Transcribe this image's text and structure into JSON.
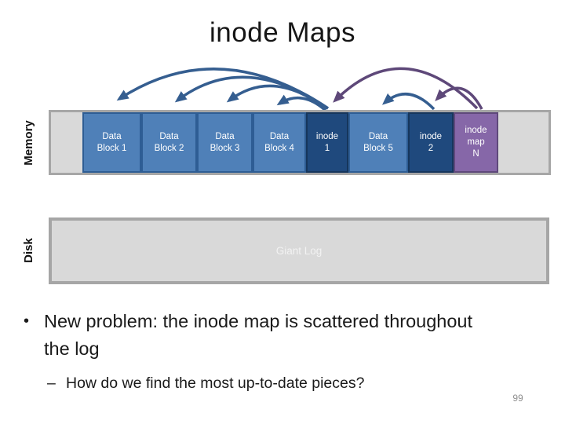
{
  "title": "inode Maps",
  "page_number": "99",
  "memory": {
    "label": "Memory",
    "blocks": [
      {
        "id": "data-block-1",
        "type": "data",
        "label": "Data Block 1",
        "lines": [
          "Data",
          "Block 1"
        ]
      },
      {
        "id": "data-block-2",
        "type": "data",
        "label": "Data Block 2",
        "lines": [
          "Data",
          "Block 2"
        ]
      },
      {
        "id": "data-block-3",
        "type": "data",
        "label": "Data Block 3",
        "lines": [
          "Data",
          "Block 3"
        ]
      },
      {
        "id": "data-block-4",
        "type": "data",
        "label": "Data Block 4",
        "lines": [
          "Data",
          "Block 4"
        ]
      },
      {
        "id": "inode-1",
        "type": "inode",
        "label": "inode 1",
        "lines": [
          "inode",
          "1"
        ]
      },
      {
        "id": "data-block-5",
        "type": "data",
        "label": "Data Block 5",
        "lines": [
          "Data",
          "Block 5"
        ]
      },
      {
        "id": "inode-2",
        "type": "inode",
        "label": "inode 2",
        "lines": [
          "inode",
          "2"
        ]
      },
      {
        "id": "inode-map-n",
        "type": "inode-map",
        "label": "inode map N",
        "lines": [
          "inode",
          "map",
          "N"
        ]
      }
    ]
  },
  "disk": {
    "label": "Disk",
    "log_label": "Giant Log"
  },
  "arrows": [
    {
      "from": "inode-1",
      "to": "data-block-1",
      "color": "#355e90"
    },
    {
      "from": "inode-1",
      "to": "data-block-2",
      "color": "#355e90"
    },
    {
      "from": "inode-1",
      "to": "data-block-3",
      "color": "#355e90"
    },
    {
      "from": "inode-1",
      "to": "data-block-4",
      "color": "#355e90"
    },
    {
      "from": "inode-2",
      "to": "data-block-5",
      "color": "#355e90"
    },
    {
      "from": "inode-map-n",
      "to": "inode-1",
      "color": "#5e4879"
    },
    {
      "from": "inode-map-n",
      "to": "inode-2",
      "color": "#5e4879"
    }
  ],
  "bullets": {
    "main_marker": "•",
    "main": "New problem: the inode map is scattered throughout the log",
    "sub_marker": "–",
    "sub": "How do we find the most up-to-date pieces?"
  },
  "colors": {
    "data_block_fill": "#4f80b8",
    "data_block_border": "#2e5d94",
    "inode_block_fill": "#1f497d",
    "inode_map_fill": "#8667a8",
    "bar_fill": "#d9d9d9",
    "bar_border": "#a6a6a6",
    "arrow_blue": "#355e90",
    "arrow_purple": "#5e4879"
  }
}
